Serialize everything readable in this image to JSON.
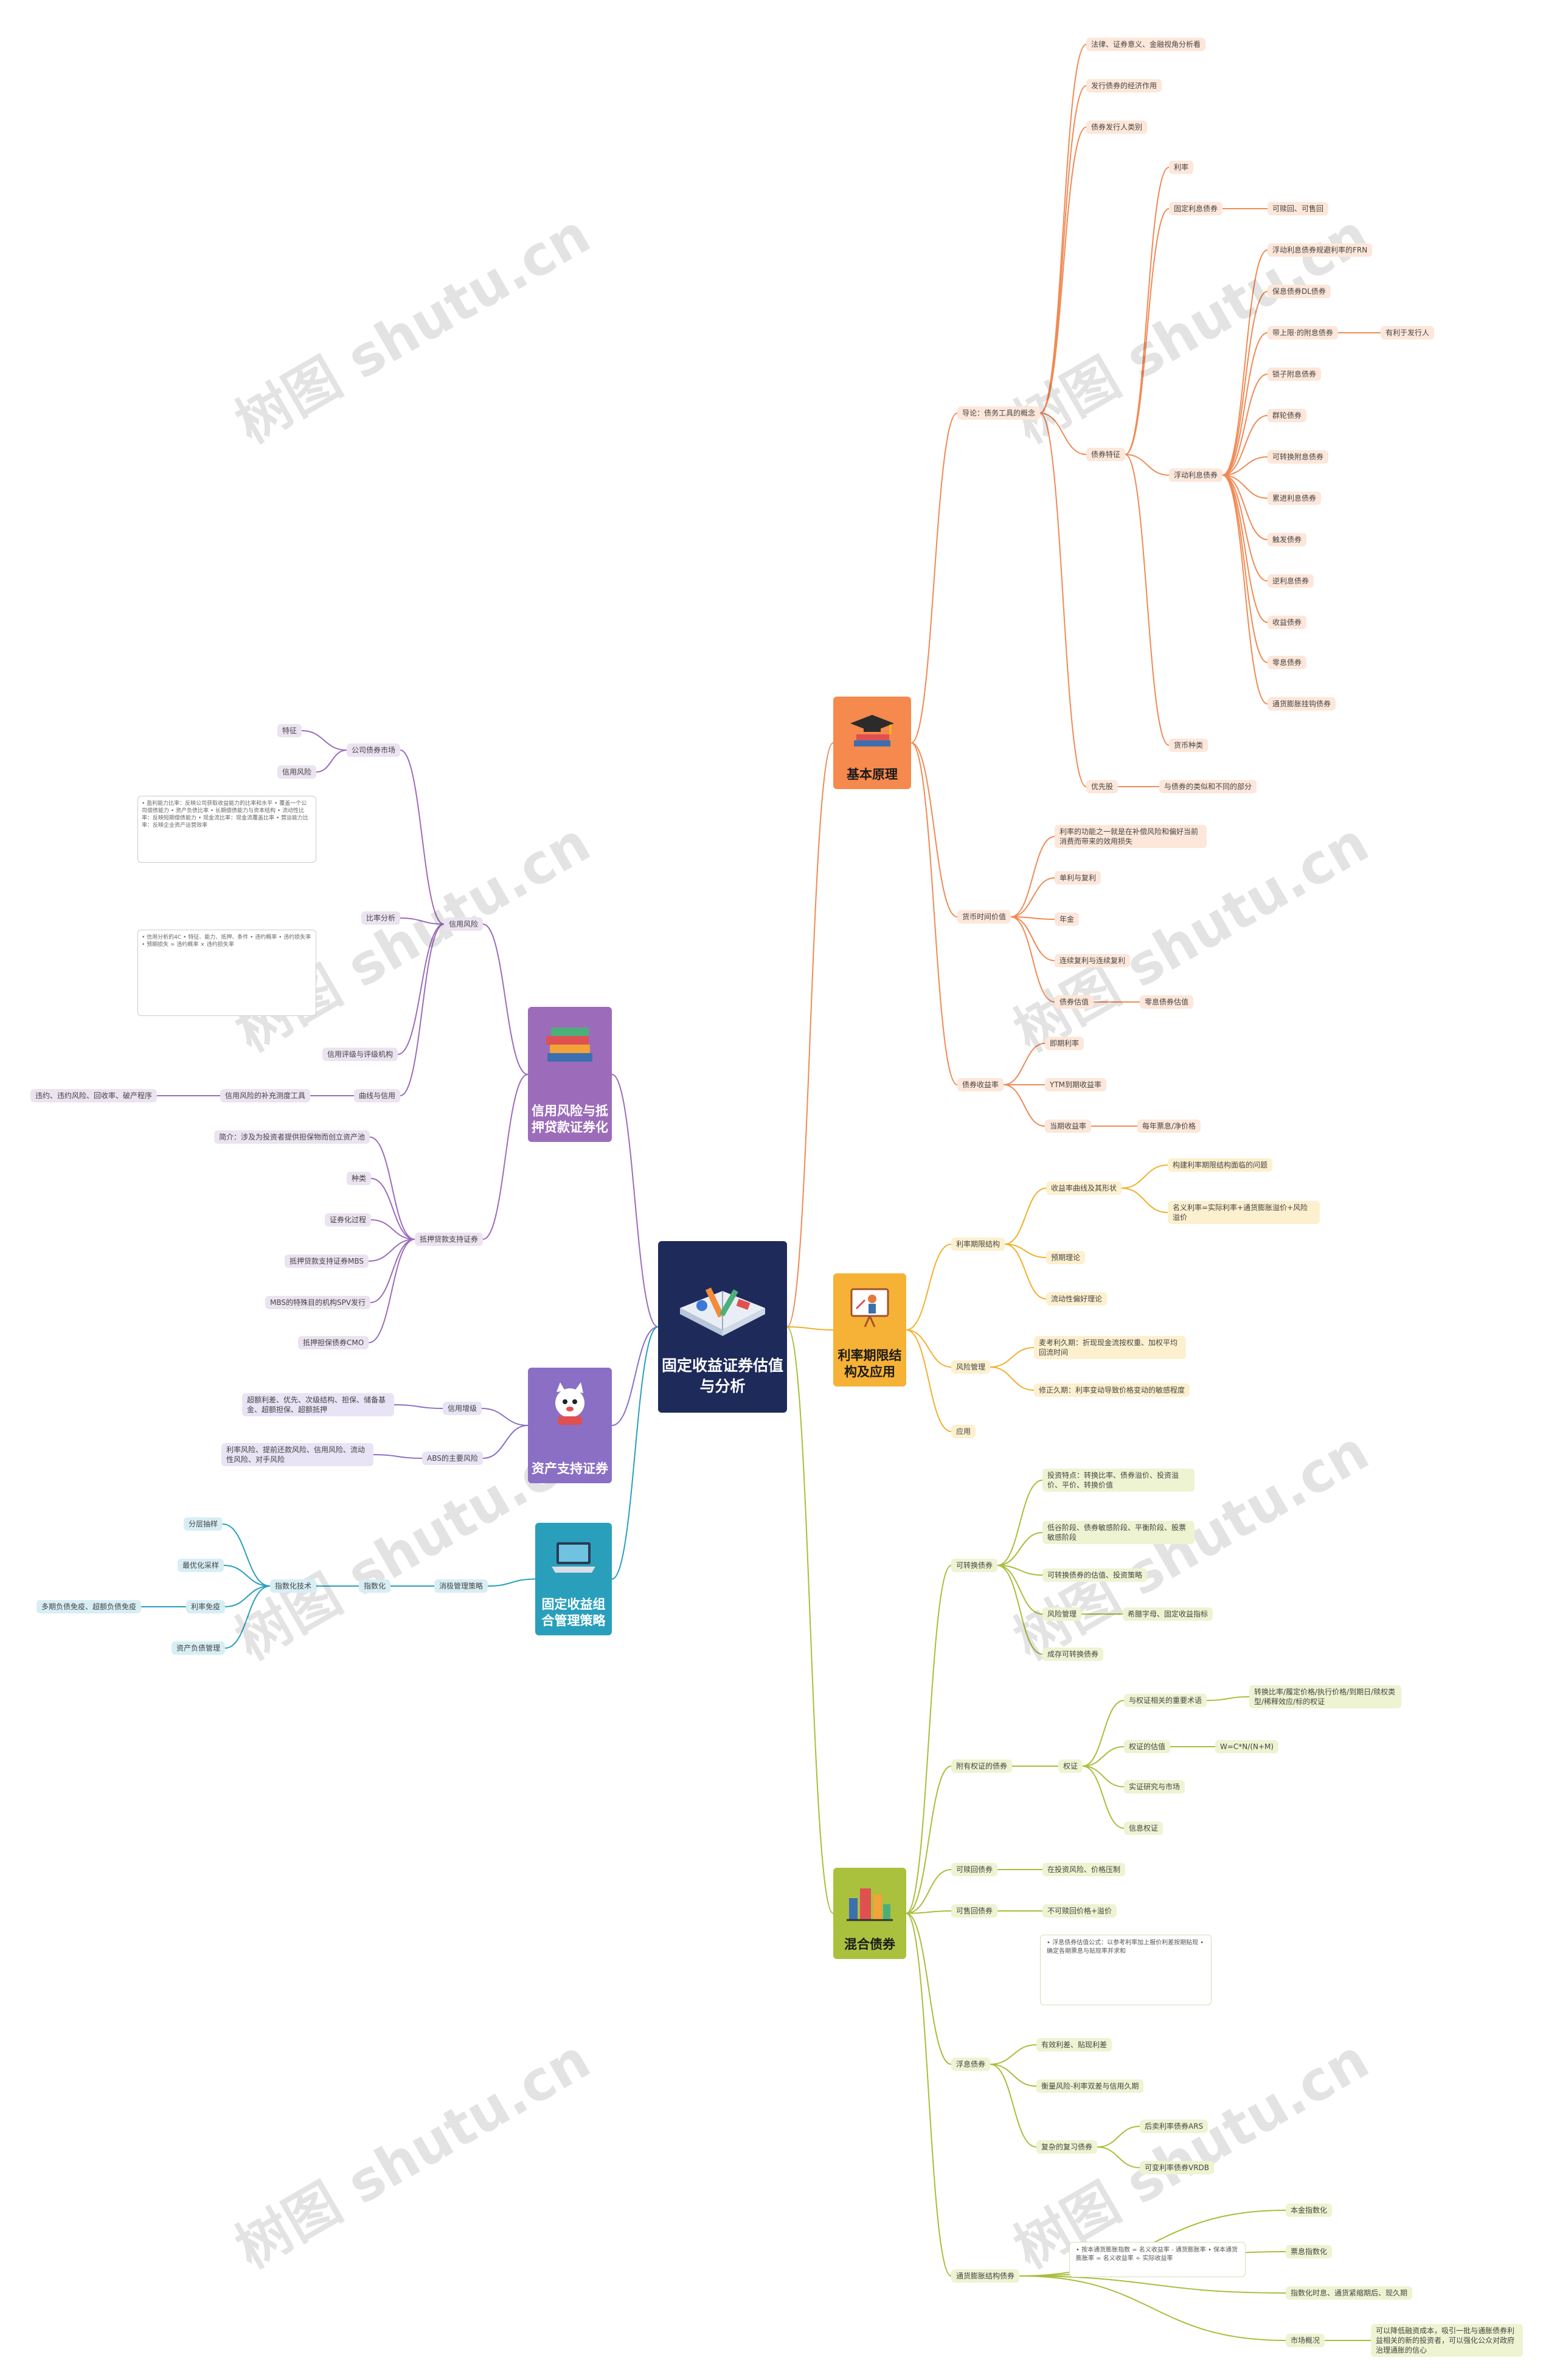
{
  "watermark": "树图 shutu.cn",
  "central": "固定收益证券估值与分析",
  "topics": {
    "basic": "基本原理",
    "term": "利率期限结构及应用",
    "hybrid": "混合债券",
    "credit": "信用风险与抵押贷款证券化",
    "abs": "资产支持证券",
    "portfolio": "固定收益组合管理策略"
  },
  "colors": {
    "basic": "#f6894d",
    "term": "#f6b236",
    "hybrid": "#a9c13d",
    "credit": "#9c6cba",
    "abs": "#8b6fc5",
    "portfolio": "#2a9fbc",
    "central": "#1e2a5a"
  },
  "nodes": {
    "b1": "法律、证券意义、金融视角分析看",
    "b2": "发行债券的经济作用",
    "b3": "债券发行人类别",
    "b4": "导论：债务工具的概念",
    "b5": "债券特征",
    "b6": "利率",
    "b7": "固定利息债券",
    "b8": "可赎回、可售回",
    "b9": "浮动利息债券",
    "b10": "浮动利息债券规避利率的FRN",
    "b11": "保息债券DL债券",
    "b12": "带上限·的附息债券",
    "b13": "有利于发行人",
    "b14": "锁子附息债券",
    "b15": "群轮债券",
    "b16": "可转换附息债券",
    "b17": "累进利息债券",
    "b18": "触发债券",
    "b19": "逆利息债券",
    "b20": "收益债券",
    "b21": "零息债券",
    "b22": "通货膨胀挂钩债券",
    "b23": "货币种类",
    "b24": "优先股",
    "b25": "与债券的类似和不同的部分",
    "b26": "货币时间价值",
    "b27": "利率的功能之一就是在补偿风险和偏好当前消费而带来的效用损失",
    "b28": "单利与复利",
    "b29": "年金",
    "b30": "连续复利与连续复利",
    "b31": "债券估值",
    "b32": "零息债券估值",
    "b33": "债券收益率",
    "b34": "即期利率",
    "b35": "YTM到期收益率",
    "b36": "当期收益率",
    "b37": "每年票息/净价格",
    "t1": "利率期限结构",
    "t2": "收益率曲线及其形状",
    "t3": "构建利率期限结构面临的问题",
    "t4": "名义利率=实际利率+通货膨胀溢价+风险溢价",
    "t5": "预期理论",
    "t6": "流动性偏好理论",
    "t7": "风险管理",
    "t8": "麦考利久期：折现现金流按权重、加权平均回流时间",
    "t9": "修正久期：利率变动导致价格变动的敏感程度",
    "t10": "应用",
    "h1": "可转换债券",
    "h2": "投资特点：转换比率、债券溢价、投资溢价、平价、转换价值",
    "h3": "低谷阶段、债券敏感阶段、平衡阶段、股票敏感阶段",
    "h4": "可转换债券的估值、投资策略",
    "h5": "风险管理",
    "h6": "希腊字母、固定收益指标",
    "h7": "成存可转换债券",
    "h8": "附有权证的债券",
    "h9": "权证",
    "h10": "与权证相关的重要术语",
    "h11": "转换比率/履定价格/执行价格/到期日/赎权类型/稀释效应/标的权证",
    "h12": "权证的估值",
    "h13": "W=C*N/(N+M)",
    "h14": "实证研究与市场",
    "h15": "信息权证",
    "h16": "可赎回债券",
    "h17": "在投资风险、价格压制",
    "h18": "可售回债券",
    "h19": "不可赎回价格+溢价",
    "h20": "浮息债券",
    "h21": "有效利差、贴现利差",
    "h22": "衡量风险-利率双差与信用久期",
    "h23": "复杂的复习债券",
    "h24": "后卖利率债券ARS",
    "h25": "可变利率债券VRDB",
    "h26": "通货膨胀结构债券",
    "h27": "本金指数化",
    "h28": "票息指数化",
    "h29": "指数化时息、通货紧缩期后、现久期",
    "h30": "市场概况",
    "h31": "可以降低融资成本，吸引一批与通胀债券利益相关的新的投资者，可以强化公众对政府治理通胀的信心",
    "c1": "公司债券市场",
    "c2": "特征",
    "c3": "信用风险",
    "c4": "信用风险",
    "c5": "比率分析",
    "c6": "信用评级与评级机构",
    "c7": "违约、违约风险、回收率、破产程序",
    "c8": "信用风险的补充测度工具",
    "c9": "曲线与信用",
    "c10": "抵押贷款支持证券",
    "c11": "简介：涉及为投资者提供担保物而创立资产池",
    "c12": "种类",
    "c13": "证券化过程",
    "c14": "抵押贷款支持证券MBS",
    "c15": "MBS的特殊目的机构SPV发行",
    "c16": "抵押担保债券CMO",
    "a1": "信用增级",
    "a2": "超额利差、优先、次级结构、担保、储备基金、超额担保、超额抵押",
    "a3": "ABS的主要风险",
    "a4": "利率风险、提前还款风险、信用风险、流动性风险、对手风险",
    "p1": "消极管理策略",
    "p2": "指数化",
    "p3": "指数化技术",
    "p4": "分层抽样",
    "p5": "最优化采样",
    "p6": "利率免疫",
    "p7": "多期负债免疫、超额负债免疫",
    "p8": "资产负债管理"
  },
  "notes": {
    "ratio_note": "• 盈利能力比率：反映公司获取收益能力的比率和水平  • 覆盖一个公司偿债能力  • 资产负债比率 • 长期偿债能力与资本结构  • 流动性比率：反映短期偿债能力  • 现金流比率：现金流覆盖比率  • 营运能力比率：反映企业资产运营效率",
    "credit_note": "• 信用分析的4C  • 特征、能力、抵押、条件  • 违约概率  • 违约损失率  • 预期损失 = 违约概率 × 违约损失率",
    "formula_note": "• 浮息债券估值公式：以参考利率加上报价利差按期贴现  • 确定各期票息与贴现率并求和",
    "inflation_note": "• 按本通货膨胀指数 = 名义收益率 - 通货膨胀率  • 保本通货膨胀率 = 名义收益率 ÷ 实际收益率"
  }
}
